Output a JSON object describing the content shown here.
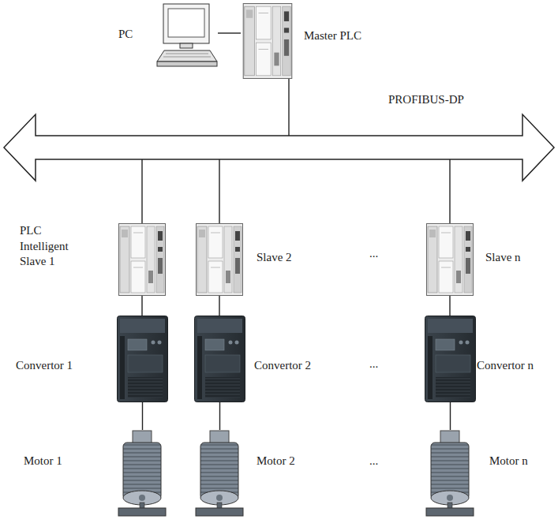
{
  "diagram": {
    "nodes": [
      {
        "text": [
          "PC"
        ]
      },
      {
        "text": [
          "Master PLC"
        ]
      },
      {
        "text": [
          "PROFIBUS-DP"
        ]
      },
      {
        "text": [
          "PLC Intelligent Slave 1"
        ]
      },
      {
        "text": [
          "Slave 2"
        ]
      },
      {
        "text": [
          "Slave n"
        ]
      },
      {
        "text": [
          "Convertor 1"
        ]
      },
      {
        "text": [
          "Convertor 2"
        ]
      },
      {
        "text": [
          "Convertor n"
        ]
      },
      {
        "text": [
          "Motor 1"
        ]
      },
      {
        "text": [
          "Motor 2"
        ]
      },
      {
        "text": [
          "Motor n"
        ]
      }
    ],
    "edges": [
      {
        "from": 0,
        "to": 1,
        "arrow": "none"
      },
      {
        "from": 1,
        "to": 2,
        "arrow": "none"
      },
      {
        "from": 2,
        "to": 3,
        "arrow": "none"
      },
      {
        "from": 2,
        "to": 4,
        "arrow": "none"
      },
      {
        "from": 2,
        "to": 5,
        "arrow": "none"
      },
      {
        "from": 3,
        "to": 6,
        "arrow": "none"
      },
      {
        "from": 4,
        "to": 7,
        "arrow": "none"
      },
      {
        "from": 5,
        "to": 8,
        "arrow": "none"
      },
      {
        "from": 6,
        "to": 9,
        "arrow": "none"
      },
      {
        "from": 7,
        "to": 10,
        "arrow": "none"
      },
      {
        "from": 8,
        "to": 11,
        "arrow": "none"
      }
    ],
    "labels": [
      "...",
      "...",
      "..."
    ]
  }
}
